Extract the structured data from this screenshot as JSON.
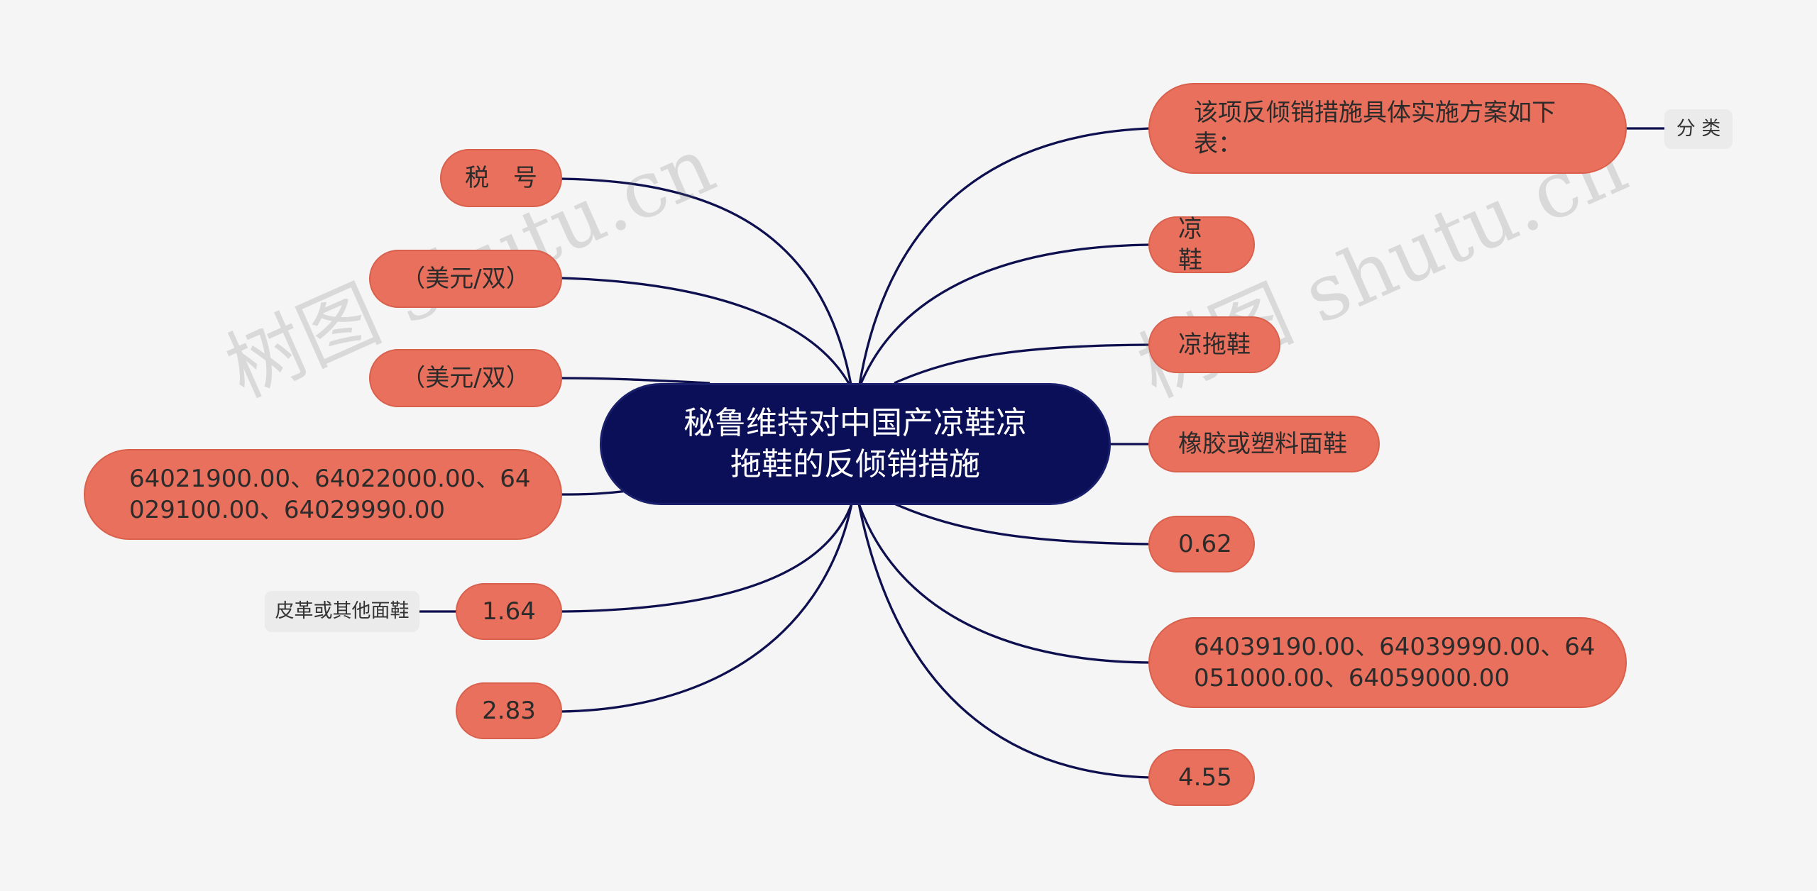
{
  "watermarks": [
    "树图 shutu.cn",
    "树图 shutu.cn"
  ],
  "root": {
    "text": "秘鲁维持对中国产凉鞋凉\n拖鞋的反倾销措施"
  },
  "left_nodes": [
    {
      "text": "税　号"
    },
    {
      "text": "（美元/双）"
    },
    {
      "text": "（美元/双）"
    },
    {
      "text": "64021900.00、64022000.00、64\n029100.00、64029990.00"
    },
    {
      "text": "1.64"
    },
    {
      "text": "2.83"
    }
  ],
  "right_nodes": [
    {
      "text": "该项反倾销措施具体实施方案如下\n表："
    },
    {
      "text": "凉鞋"
    },
    {
      "text": "凉拖鞋"
    },
    {
      "text": "橡胶或塑料面鞋"
    },
    {
      "text": "0.62"
    },
    {
      "text": "64039190.00、64039990.00、64\n051000.00、64059000.00"
    },
    {
      "text": "4.55"
    }
  ],
  "labels": {
    "category": "分 类",
    "leather_upper": "皮革或其他面鞋"
  }
}
